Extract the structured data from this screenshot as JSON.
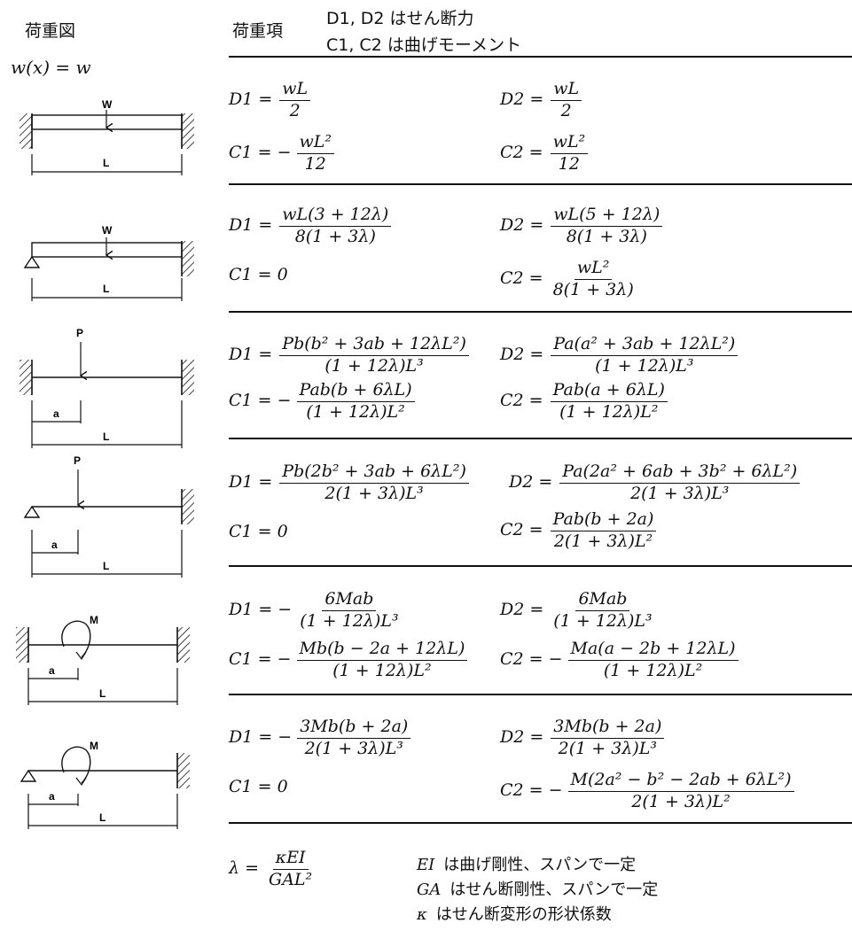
{
  "header": {
    "left_title": "荷重図",
    "center_title": "荷重項",
    "legend_line1": "D1, D2  はせん断力",
    "legend_line2": "C1, C2  は曲げモーメント",
    "distributed_load_def": "w(x) = w"
  },
  "diagram_labels": {
    "w": "W",
    "p": "P",
    "m": "M",
    "a": "a",
    "l": "L"
  },
  "cases": [
    {
      "d1": {
        "lhs": "D1 =",
        "sign": "",
        "num": "wL",
        "den": "2"
      },
      "d2": {
        "lhs": "D2 =",
        "sign": "",
        "num": "wL",
        "den": "2"
      },
      "c1": {
        "lhs": "C1 =",
        "sign": "−",
        "num": "wL²",
        "den": "12"
      },
      "c2": {
        "lhs": "C2 =",
        "sign": "",
        "num": "wL²",
        "den": "12"
      }
    },
    {
      "d1": {
        "lhs": "D1 =",
        "sign": "",
        "num": "wL(3 + 12λ)",
        "den": "8(1 + 3λ)"
      },
      "d2": {
        "lhs": "D2 =",
        "sign": "",
        "num": "wL(5 + 12λ)",
        "den": "8(1 + 3λ)"
      },
      "c1": {
        "lhs": "C1 = 0"
      },
      "c2": {
        "lhs": "C2 =",
        "sign": "",
        "num": "wL²",
        "den": "8(1 + 3λ)"
      }
    },
    {
      "d1": {
        "lhs": "D1 =",
        "sign": "",
        "num": "Pb(b² + 3ab + 12λL²)",
        "den": "(1 + 12λ)L³"
      },
      "d2": {
        "lhs": "D2 =",
        "sign": "",
        "num": "Pa(a² + 3ab + 12λL²)",
        "den": "(1 + 12λ)L³"
      },
      "c1": {
        "lhs": "C1 =",
        "sign": "−",
        "num": "Pab(b + 6λL)",
        "den": "(1 + 12λ)L²"
      },
      "c2": {
        "lhs": "C2 =",
        "sign": "",
        "num": "Pab(a + 6λL)",
        "den": "(1 + 12λ)L²"
      }
    },
    {
      "d1": {
        "lhs": "D1 =",
        "sign": "",
        "num": "Pb(2b² + 3ab + 6λL²)",
        "den": "2(1 + 3λ)L³"
      },
      "d2": {
        "lhs": "D2 =",
        "sign": "",
        "num": "Pa(2a² + 6ab + 3b² + 6λL²)",
        "den": "2(1 + 3λ)L³"
      },
      "c1": {
        "lhs": "C1 = 0"
      },
      "c2": {
        "lhs": "C2 =",
        "sign": "",
        "num": "Pab(b + 2a)",
        "den": "2(1 + 3λ)L²"
      }
    },
    {
      "d1": {
        "lhs": "D1 =",
        "sign": "−",
        "num": "6Mab",
        "den": "(1 + 12λ)L³"
      },
      "d2": {
        "lhs": "D2 =",
        "sign": "",
        "num": "6Mab",
        "den": "(1 + 12λ)L³"
      },
      "c1": {
        "lhs": "C1 =",
        "sign": "−",
        "num": "Mb(b − 2a + 12λL)",
        "den": "(1 + 12λ)L²"
      },
      "c2": {
        "lhs": "C2 =",
        "sign": "−",
        "num": "Ma(a − 2b + 12λL)",
        "den": "(1 + 12λ)L²"
      }
    },
    {
      "d1": {
        "lhs": "D1 =",
        "sign": "−",
        "num": "3Mb(b + 2a)",
        "den": "2(1 + 3λ)L³"
      },
      "d2": {
        "lhs": "D2 =",
        "sign": "",
        "num": "3Mb(b + 2a)",
        "den": "2(1 + 3λ)L³"
      },
      "c1": {
        "lhs": "C1 = 0"
      },
      "c2": {
        "lhs": "C2 =",
        "sign": "−",
        "num": "M(2a² − b² − 2ab + 6λL²)",
        "den": "2(1 + 3λ)L²"
      }
    }
  ],
  "footer": {
    "lambda": {
      "lhs": "λ =",
      "num": "κEI",
      "den": "GAL²"
    },
    "notes": [
      {
        "sym": "EI",
        "text": "は曲げ剛性、スパンで一定"
      },
      {
        "sym": "GA",
        "text": "はせん断剛性、スパンで一定"
      },
      {
        "sym": "κ",
        "text": "はせん断変形の形状係数"
      }
    ]
  }
}
